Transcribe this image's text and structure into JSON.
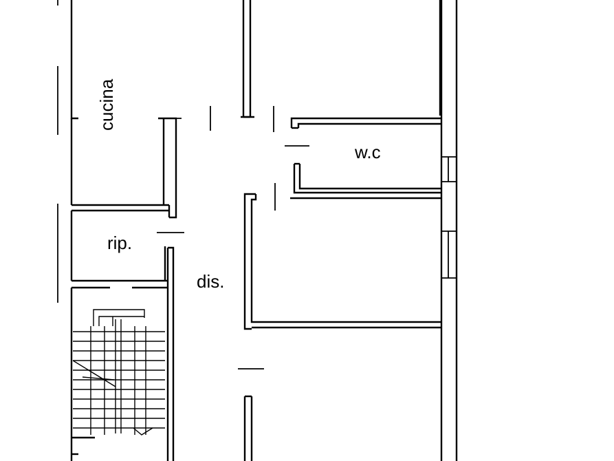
{
  "plan": {
    "rooms": {
      "kitchen": "cucina",
      "wc": "w.c",
      "storage": "rip.",
      "hallway": "dis."
    }
  }
}
